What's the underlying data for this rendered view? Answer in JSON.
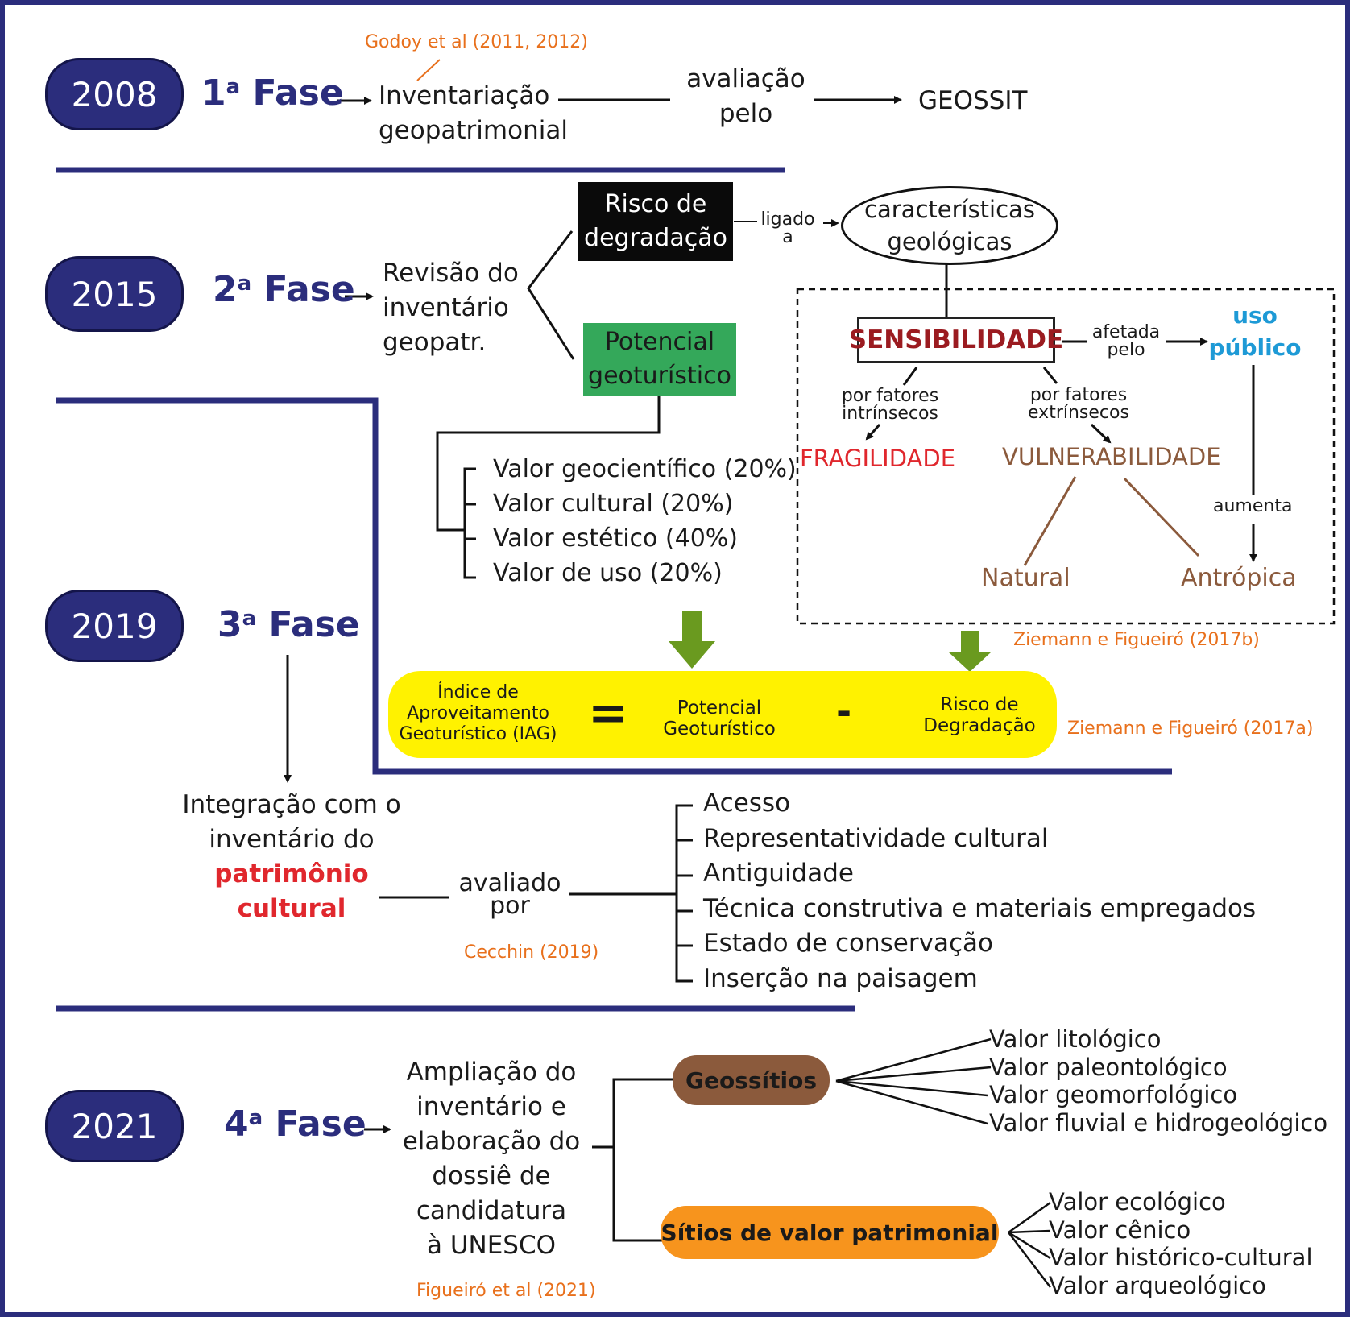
{
  "colors": {
    "navy": "#2b2d7c",
    "orange_ref": "#e8701c",
    "red_fragilidade": "#e0272d",
    "brown": "#8b5a3c",
    "blue_uso": "#1e9ad6",
    "yellow_iag": "#fff200",
    "green_arrow": "#6a9a1f",
    "green_box": "#34a85a",
    "sens_red": "#9b1b20"
  },
  "phase1": {
    "year": "2008",
    "label_num": "1",
    "label_sup": "a",
    "label_word": "Fase",
    "reference": "Godoy et al (2011, 2012)",
    "step1": [
      "Inventariação",
      "geopatrimonial"
    ],
    "evaluation": [
      "avaliação",
      "pelo"
    ],
    "system": "GEOSSIT"
  },
  "phase2": {
    "year": "2015",
    "label_num": "2",
    "label_sup": "a",
    "label_word": "Fase",
    "review": [
      "Revisão do",
      "inventário",
      "geopatr."
    ],
    "risk_box": [
      "Risco de",
      "degradação"
    ],
    "linked_to": [
      "ligado",
      "a"
    ],
    "geo_characteristics": [
      "características",
      "geológicas"
    ],
    "potential_box": [
      "Potencial",
      "geoturístico"
    ],
    "values": [
      "Valor geocientífico (20%)",
      "Valor cultural (20%)",
      "Valor estético (40%)",
      "Valor de uso (20%)"
    ],
    "sensitivity": "SENSIBILIDADE",
    "affected_by": [
      "afetada",
      "pelo"
    ],
    "public_use": [
      "uso",
      "público"
    ],
    "intrinsic": [
      "por fatores",
      "intrínsecos"
    ],
    "extrinsic": [
      "por fatores",
      "extrínsecos"
    ],
    "fragility": "FRAGILIDADE",
    "vulnerability": "VULNERABILIDADE",
    "increases": "aumenta",
    "natural": "Natural",
    "anthropic": "Antrópica",
    "ref_sensitivity": "Ziemann e Figueiró (2017b)"
  },
  "iag": {
    "index": [
      "Índice de",
      "Aproveitamento",
      "Geoturístico (IAG)"
    ],
    "equals": "=",
    "potential": [
      "Potencial",
      "Geoturístico"
    ],
    "minus": "-",
    "risk": [
      "Risco de",
      "Degradação"
    ],
    "reference": "Ziemann e Figueiró (2017a)"
  },
  "phase3": {
    "year": "2019",
    "label_num": "3",
    "label_sup": "a",
    "label_word": "Fase",
    "integration": [
      "Integração com o",
      "inventário do"
    ],
    "heritage": [
      "patrimônio",
      "cultural"
    ],
    "evaluated_by": [
      "avaliado",
      "por"
    ],
    "reference": "Cecchin (2019)",
    "criteria": [
      "Acesso",
      "Representatividade cultural",
      "Antiguidade",
      "Técnica construtiva e materiais empregados",
      "Estado de conservação",
      "Inserção na paisagem"
    ]
  },
  "phase4": {
    "year": "2021",
    "label_num": "4",
    "label_sup": "a",
    "label_word": "Fase",
    "expansion": [
      "Ampliação do",
      "inventário e",
      "elaboração do",
      "dossiê de",
      "candidatura",
      "à UNESCO"
    ],
    "reference": "Figueiró et al (2021)",
    "geosites": "Geossítios",
    "geosite_values": [
      "Valor litológico",
      "Valor paleontológico",
      "Valor geomorfológico",
      "Valor fluvial e hidrogeológico"
    ],
    "heritage_sites": "Sítios de valor patrimonial",
    "heritage_values": [
      "Valor ecológico",
      "Valor cênico",
      "Valor histórico-cultural",
      "Valor arqueológico"
    ]
  }
}
